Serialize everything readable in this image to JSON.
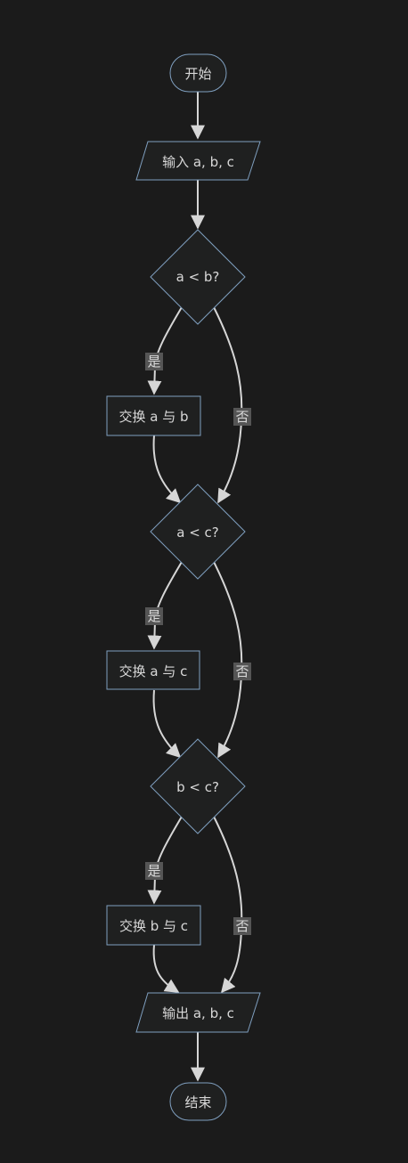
{
  "diagram": {
    "nodes": {
      "start": "开始",
      "input": "输入 a, b, c",
      "cmp_ab": "a < b?",
      "swap_ab": "交换 a 与 b",
      "cmp_ac": "a < c?",
      "swap_ac": "交换 a 与 c",
      "cmp_bc": "b < c?",
      "swap_bc": "交换 b 与 c",
      "output": "输出 a, b, c",
      "end": "结束"
    },
    "edges": {
      "yes": "是",
      "no": "否"
    },
    "colors": {
      "background": "#1b1b1b",
      "node_fill": "#1f2020",
      "node_stroke": "#7f9fbf",
      "edge": "#d6d6d6",
      "text": "#d8d8d8",
      "label_bg": "#555555"
    }
  }
}
